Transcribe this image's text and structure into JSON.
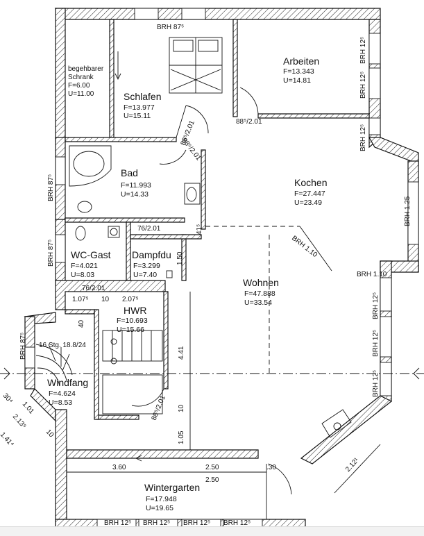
{
  "rooms": [
    {
      "name": "Schlafen",
      "f": "F=13.977",
      "u": "U=15.11"
    },
    {
      "name": "Arbeiten",
      "f": "F=13.343",
      "u": "U=14.81"
    },
    {
      "name": "Bad",
      "f": "F=11.993",
      "u": "U=14.33"
    },
    {
      "name": "Kochen",
      "f": "F=27.447",
      "u": "U=23.49"
    },
    {
      "name": "WC-Gast",
      "f": "F=4.021",
      "u": "U=8.03"
    },
    {
      "name": "Dampfdu",
      "f": "F=3.299",
      "u": "U=7.40"
    },
    {
      "name": "Wohnen",
      "f": "F=47.888",
      "u": "U=33.54"
    },
    {
      "name": "HWR",
      "f": "F=10.693",
      "u": "U=15.66"
    },
    {
      "name": "Windfang",
      "f": "F=4.624",
      "u": "U=8.53"
    },
    {
      "name": "Wintergarten",
      "f": "F=17.948",
      "u": "U=19.65"
    }
  ],
  "closet": {
    "line1": "begehbarer",
    "line2": "Schrank",
    "f": "F=6.00",
    "u": "U=11.00"
  },
  "labels": {
    "brh_875": "BRH 87⁵",
    "brh_125": "BRH 12⁵",
    "brh_125_vertical": "BRH 1.25",
    "brh_110": "BRH 1.10",
    "door_885_201": "88⁵/2.01",
    "door_76_201": "76/2.01",
    "stairs": "16 Stg. 18.8/24",
    "dim_107": "1.07⁵",
    "dim_10": "10",
    "dim_207": "2.07⁵",
    "dim_40": "40",
    "dim_41": "41⁵",
    "dim_150": "1.50",
    "dim_441": "4.41",
    "dim_105": "1.05",
    "dim_360": "3.60",
    "dim_250": "2.50",
    "dim_30": ".30",
    "dim_212": "2.12¹",
    "dim_304": "30⁴",
    "dim_101": "1.01",
    "dim_213": "2.13⁵",
    "dim_141": "1.41⁴",
    "dim_10b": "10"
  }
}
